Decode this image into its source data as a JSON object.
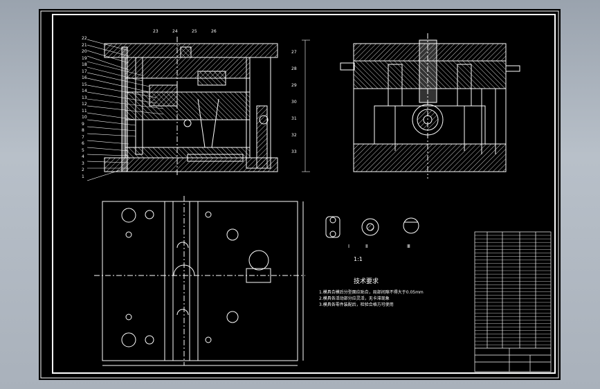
{
  "drawing": {
    "tech_requirements_title": "技术要求",
    "notes": [
      "1.模具合模后分型面应贴合，局部间隙不得大于0.05mm",
      "2.模具各活动部分应灵活，无卡滞现象",
      "3.模具各零件装配后，检验合格方可使用"
    ],
    "scale_label": "1:1",
    "small_parts_labels": [
      "Ⅰ",
      "Ⅱ",
      "Ⅲ"
    ],
    "balloon_numbers_left": [
      "22",
      "21",
      "20",
      "19",
      "18",
      "17",
      "16",
      "15",
      "14",
      "13",
      "12",
      "11",
      "10",
      "9",
      "8",
      "7",
      "6",
      "5",
      "4",
      "3",
      "2",
      "1"
    ],
    "balloon_numbers_top": [
      "23",
      "24",
      "25",
      "26"
    ],
    "balloon_numbers_right": [
      "27",
      "28",
      "29",
      "30",
      "31",
      "32",
      "33"
    ]
  },
  "colors": {
    "background": "#000000",
    "lines": "#ffffff",
    "frame_gray": "#a9b1bb"
  }
}
